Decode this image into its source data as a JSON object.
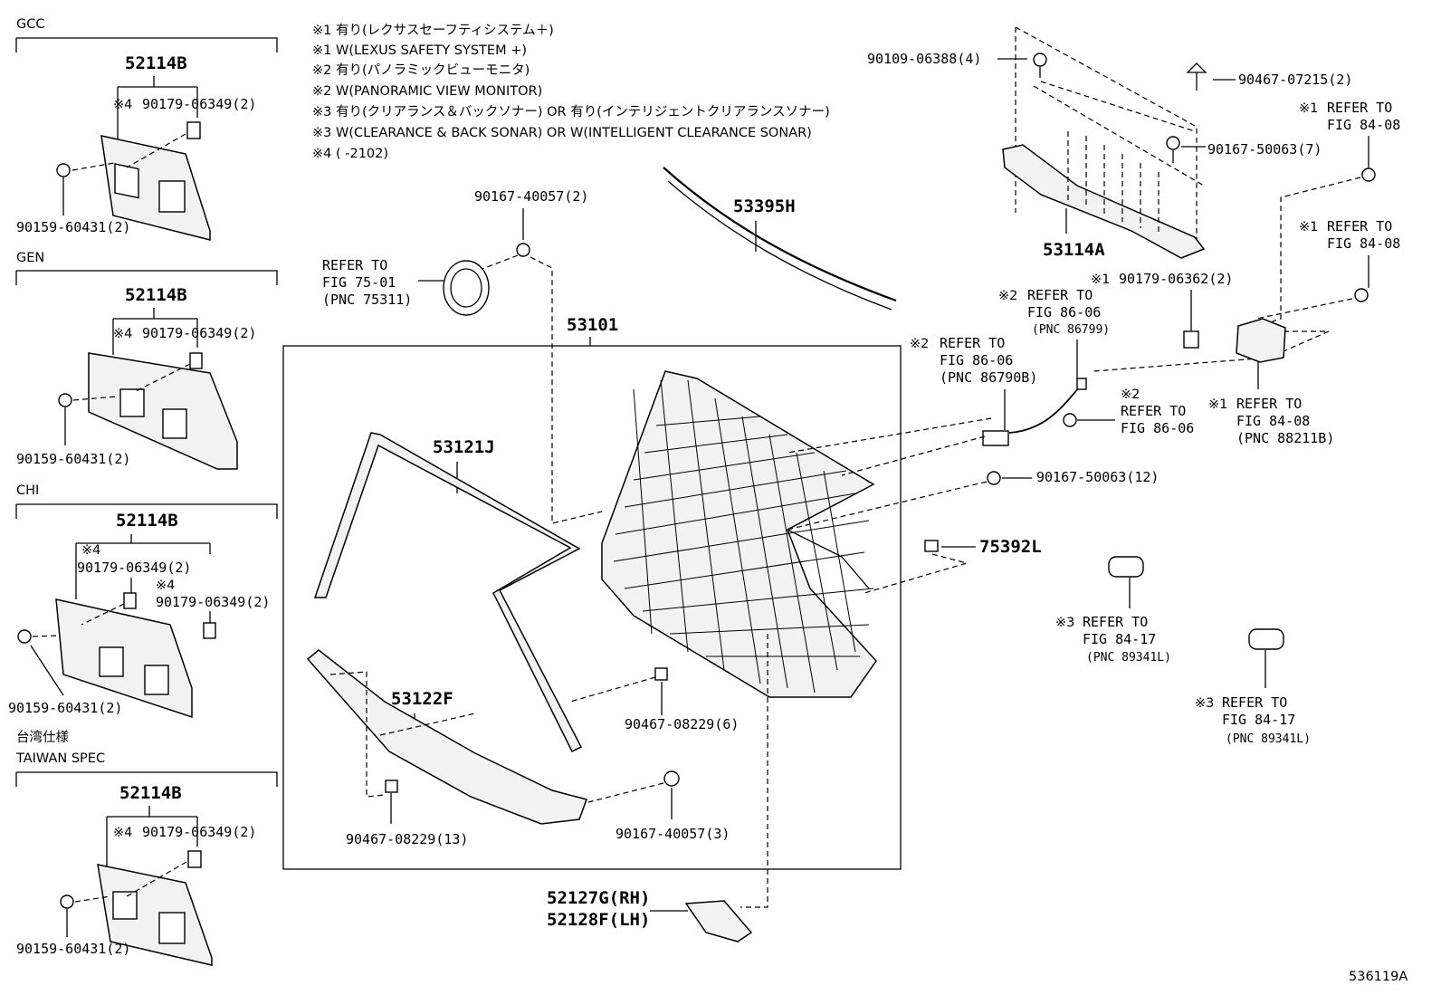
{
  "notes": [
    "※1 有り(レクサスセーフティシステム＋)",
    "※1 W(LEXUS SAFETY SYSTEM +)",
    "※2 有り(パノラミックビューモニタ)",
    "※2 W(PANORAMIC VIEW MONITOR)",
    "※3 有り(クリアランス＆バックソナー)  OR  有り(インテリジェントクリアランスソナー)",
    "※3 W(CLEARANCE & BACK SONAR) OR W(INTELLIGENT CLEARANCE SONAR)",
    "※4 (     -2102)"
  ],
  "variants": {
    "gcc": {
      "title": "GCC",
      "part": "52114B",
      "clip": "90179-06349(2)",
      "clip_mark": "※4",
      "bolt": "90159-60431(2)"
    },
    "gen": {
      "title": "GEN",
      "part": "52114B",
      "clip": "90179-06349(2)",
      "clip_mark": "※4",
      "bolt": "90159-60431(2)"
    },
    "chi": {
      "title": "CHI",
      "part": "52114B",
      "clip_mark": "※4",
      "clip1": "90179-06349(2)",
      "clip2": "90179-06349(2)",
      "bolt": "90159-60431(2)"
    },
    "taiwan": {
      "title_jp": "台湾仕様",
      "title_en": "TAIWAN SPEC",
      "part": "52114B",
      "clip": "90179-06349(2)",
      "clip_mark": "※4",
      "bolt": "90159-60431(2)"
    }
  },
  "center": {
    "bolt_top": "90167-40057(2)",
    "refer_emblem": [
      "REFER TO",
      "FIG 75-01",
      "(PNC 75311)"
    ],
    "moulding": "53395H",
    "grille_assy": "53101",
    "frame": "53121J",
    "lower_moulding": "53122F",
    "clip_right": "90467-08229(6)",
    "clip_bottom": "90467-08229(13)",
    "bolt_bottom": "90167-40057(3)",
    "bracket_rh": "52127G(RH)",
    "bracket_lh": "52128F(LH)"
  },
  "right": {
    "screw_top": "90109-06388(4)",
    "clip_top": "90467-07215(2)",
    "screw_mid": "90167-50063(7)",
    "support": "53114A",
    "refer1a": [
      "※1",
      "REFER TO",
      "FIG 84-08"
    ],
    "refer1b": [
      "※1",
      "REFER TO",
      "FIG 84-08"
    ],
    "nut": "90179-06362(2)",
    "nut_mark": "※1",
    "refer2a": [
      "※2",
      "REFER TO",
      "FIG 86-06",
      "(PNC 86799)"
    ],
    "refer2b": [
      "※2",
      "REFER TO",
      "FIG 86-06",
      "(PNC 86790B)"
    ],
    "refer2c": [
      "※2",
      "REFER TO",
      "FIG 86-06"
    ],
    "refer1c": [
      "※1",
      "REFER TO",
      "FIG 84-08",
      "(PNC 88211B)"
    ],
    "screw_low": "90167-50063(12)",
    "seal": "75392L",
    "refer3a": [
      "※3",
      "REFER TO",
      "FIG 84-17",
      "(PNC 89341L)"
    ],
    "refer3b": [
      "※3",
      "REFER TO",
      "FIG 84-17",
      "(PNC 89341L)"
    ]
  },
  "figure_id": "536119A"
}
